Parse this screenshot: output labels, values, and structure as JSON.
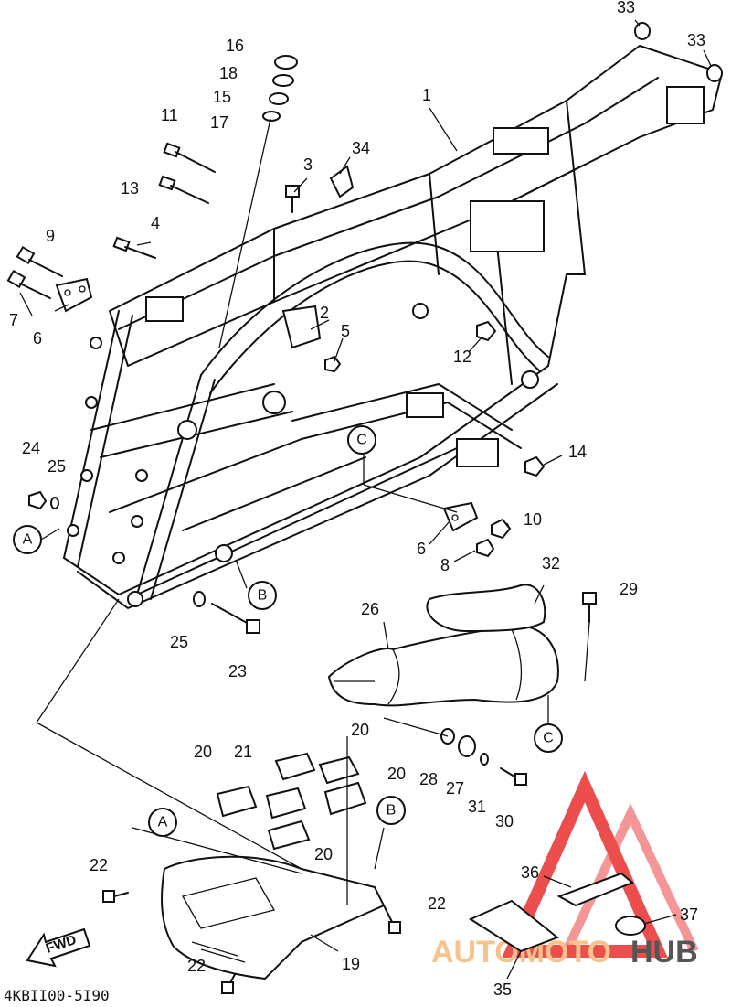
{
  "diagram": {
    "part_labels": [
      {
        "id": "p1",
        "text": "1"
      },
      {
        "id": "p2",
        "text": "2"
      },
      {
        "id": "p3",
        "text": "3"
      },
      {
        "id": "p4",
        "text": "4"
      },
      {
        "id": "p5",
        "text": "5"
      },
      {
        "id": "p6a",
        "text": "6"
      },
      {
        "id": "p6b",
        "text": "6"
      },
      {
        "id": "p7",
        "text": "7"
      },
      {
        "id": "p8",
        "text": "8"
      },
      {
        "id": "p9",
        "text": "9"
      },
      {
        "id": "p10",
        "text": "10"
      },
      {
        "id": "p11",
        "text": "11"
      },
      {
        "id": "p12",
        "text": "12"
      },
      {
        "id": "p13",
        "text": "13"
      },
      {
        "id": "p14",
        "text": "14"
      },
      {
        "id": "p15",
        "text": "15"
      },
      {
        "id": "p16",
        "text": "16"
      },
      {
        "id": "p17",
        "text": "17"
      },
      {
        "id": "p18",
        "text": "18"
      },
      {
        "id": "p19",
        "text": "19"
      },
      {
        "id": "p20a",
        "text": "20"
      },
      {
        "id": "p20b",
        "text": "20"
      },
      {
        "id": "p20c",
        "text": "20"
      },
      {
        "id": "p20d",
        "text": "20"
      },
      {
        "id": "p21",
        "text": "21"
      },
      {
        "id": "p22a",
        "text": "22"
      },
      {
        "id": "p22b",
        "text": "22"
      },
      {
        "id": "p22c",
        "text": "22"
      },
      {
        "id": "p23",
        "text": "23"
      },
      {
        "id": "p24",
        "text": "24"
      },
      {
        "id": "p25a",
        "text": "25"
      },
      {
        "id": "p25b",
        "text": "25"
      },
      {
        "id": "p26",
        "text": "26"
      },
      {
        "id": "p27",
        "text": "27"
      },
      {
        "id": "p28",
        "text": "28"
      },
      {
        "id": "p29",
        "text": "29"
      },
      {
        "id": "p30",
        "text": "30"
      },
      {
        "id": "p31",
        "text": "31"
      },
      {
        "id": "p32",
        "text": "32"
      },
      {
        "id": "p33a",
        "text": "33"
      },
      {
        "id": "p33b",
        "text": "33"
      },
      {
        "id": "p34",
        "text": "34"
      },
      {
        "id": "p35",
        "text": "35"
      },
      {
        "id": "p36",
        "text": "36"
      },
      {
        "id": "p37",
        "text": "37"
      }
    ],
    "callouts": [
      {
        "id": "cA1",
        "text": "A"
      },
      {
        "id": "cB1",
        "text": "B"
      },
      {
        "id": "cC1",
        "text": "C"
      },
      {
        "id": "cC2",
        "text": "C"
      },
      {
        "id": "cA2",
        "text": "A"
      },
      {
        "id": "cB2",
        "text": "B"
      }
    ],
    "fwd_label": "FWD",
    "diagram_code": "4KBII00-5I90"
  },
  "watermark": {
    "text_left": "AUTOMOTO",
    "text_right": "HUB",
    "color_left": "#f7c28c",
    "color_right": "#555555",
    "triangle_color": "#e9302f"
  }
}
